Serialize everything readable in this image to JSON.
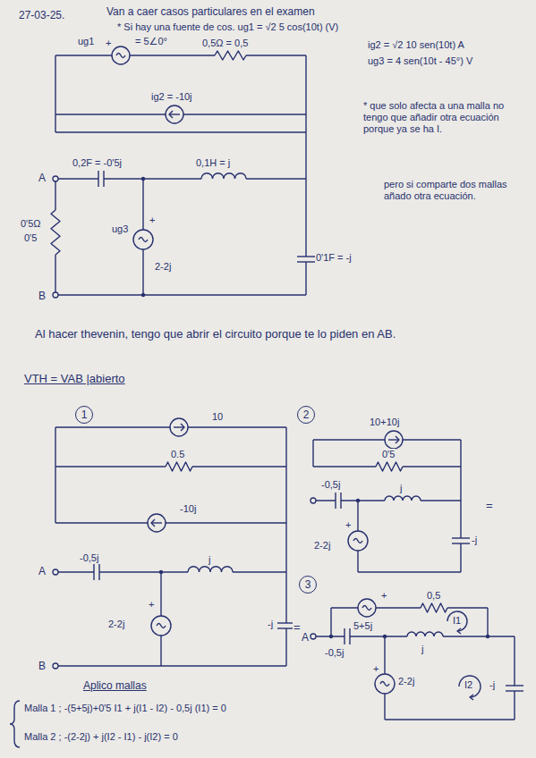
{
  "diagram": {
    "nodes": [
      {
        "text": [
          "1"
        ]
      },
      {
        "text": [
          "2"
        ]
      },
      {
        "text": [
          "3"
        ]
      }
    ],
    "labels": [
      "27-03-25.",
      "Van a caer casos particulares en el examen",
      "* Si hay una fuente de cos. ug1 = √2 5 cos(10t) (V)",
      "ig2 = √2 10 sen(10t) A",
      "ug3 = 4 sen(10t - 45°) V",
      "ug1",
      "+",
      "= 5∠0°",
      "0,5Ω = 0,5",
      "ig2 = -10j",
      "0,2F = -0'5j",
      "0,1H = j",
      "A",
      "0'5Ω",
      "0'5",
      "ug3",
      "+",
      "2-2j",
      "0'1F = -j",
      "B",
      "* que solo afecta a una malla no tengo que añadir otra ecuación porque ya se ha I.",
      "pero si comparte dos mallas añado otra ecuación.",
      "Al hacer thevenin, tengo que abrir el circuito porque te lo piden en AB.",
      "VTH = VAB |abierto",
      "10",
      "0.5",
      "-10j",
      "A",
      "-0,5j",
      "j",
      "+",
      "2-2j",
      "-j",
      "B",
      "10+10j",
      "0'5",
      "-0,5j",
      "j",
      "+",
      "2-2j",
      "-j",
      "=",
      "=",
      "+",
      "5+5j",
      "0,5",
      "j",
      "I1",
      "A",
      "-0,5j",
      "+",
      "2-2j",
      "I2",
      "-j",
      "Aplico mallas",
      "Malla 1 ; -(5+5j)+0'5 I1 + j(I1 - I2) - 0,5j (I1) = 0",
      "Malla 2 ; -(2-2j) + j(I2 - I1) - j(I2) = 0"
    ]
  }
}
